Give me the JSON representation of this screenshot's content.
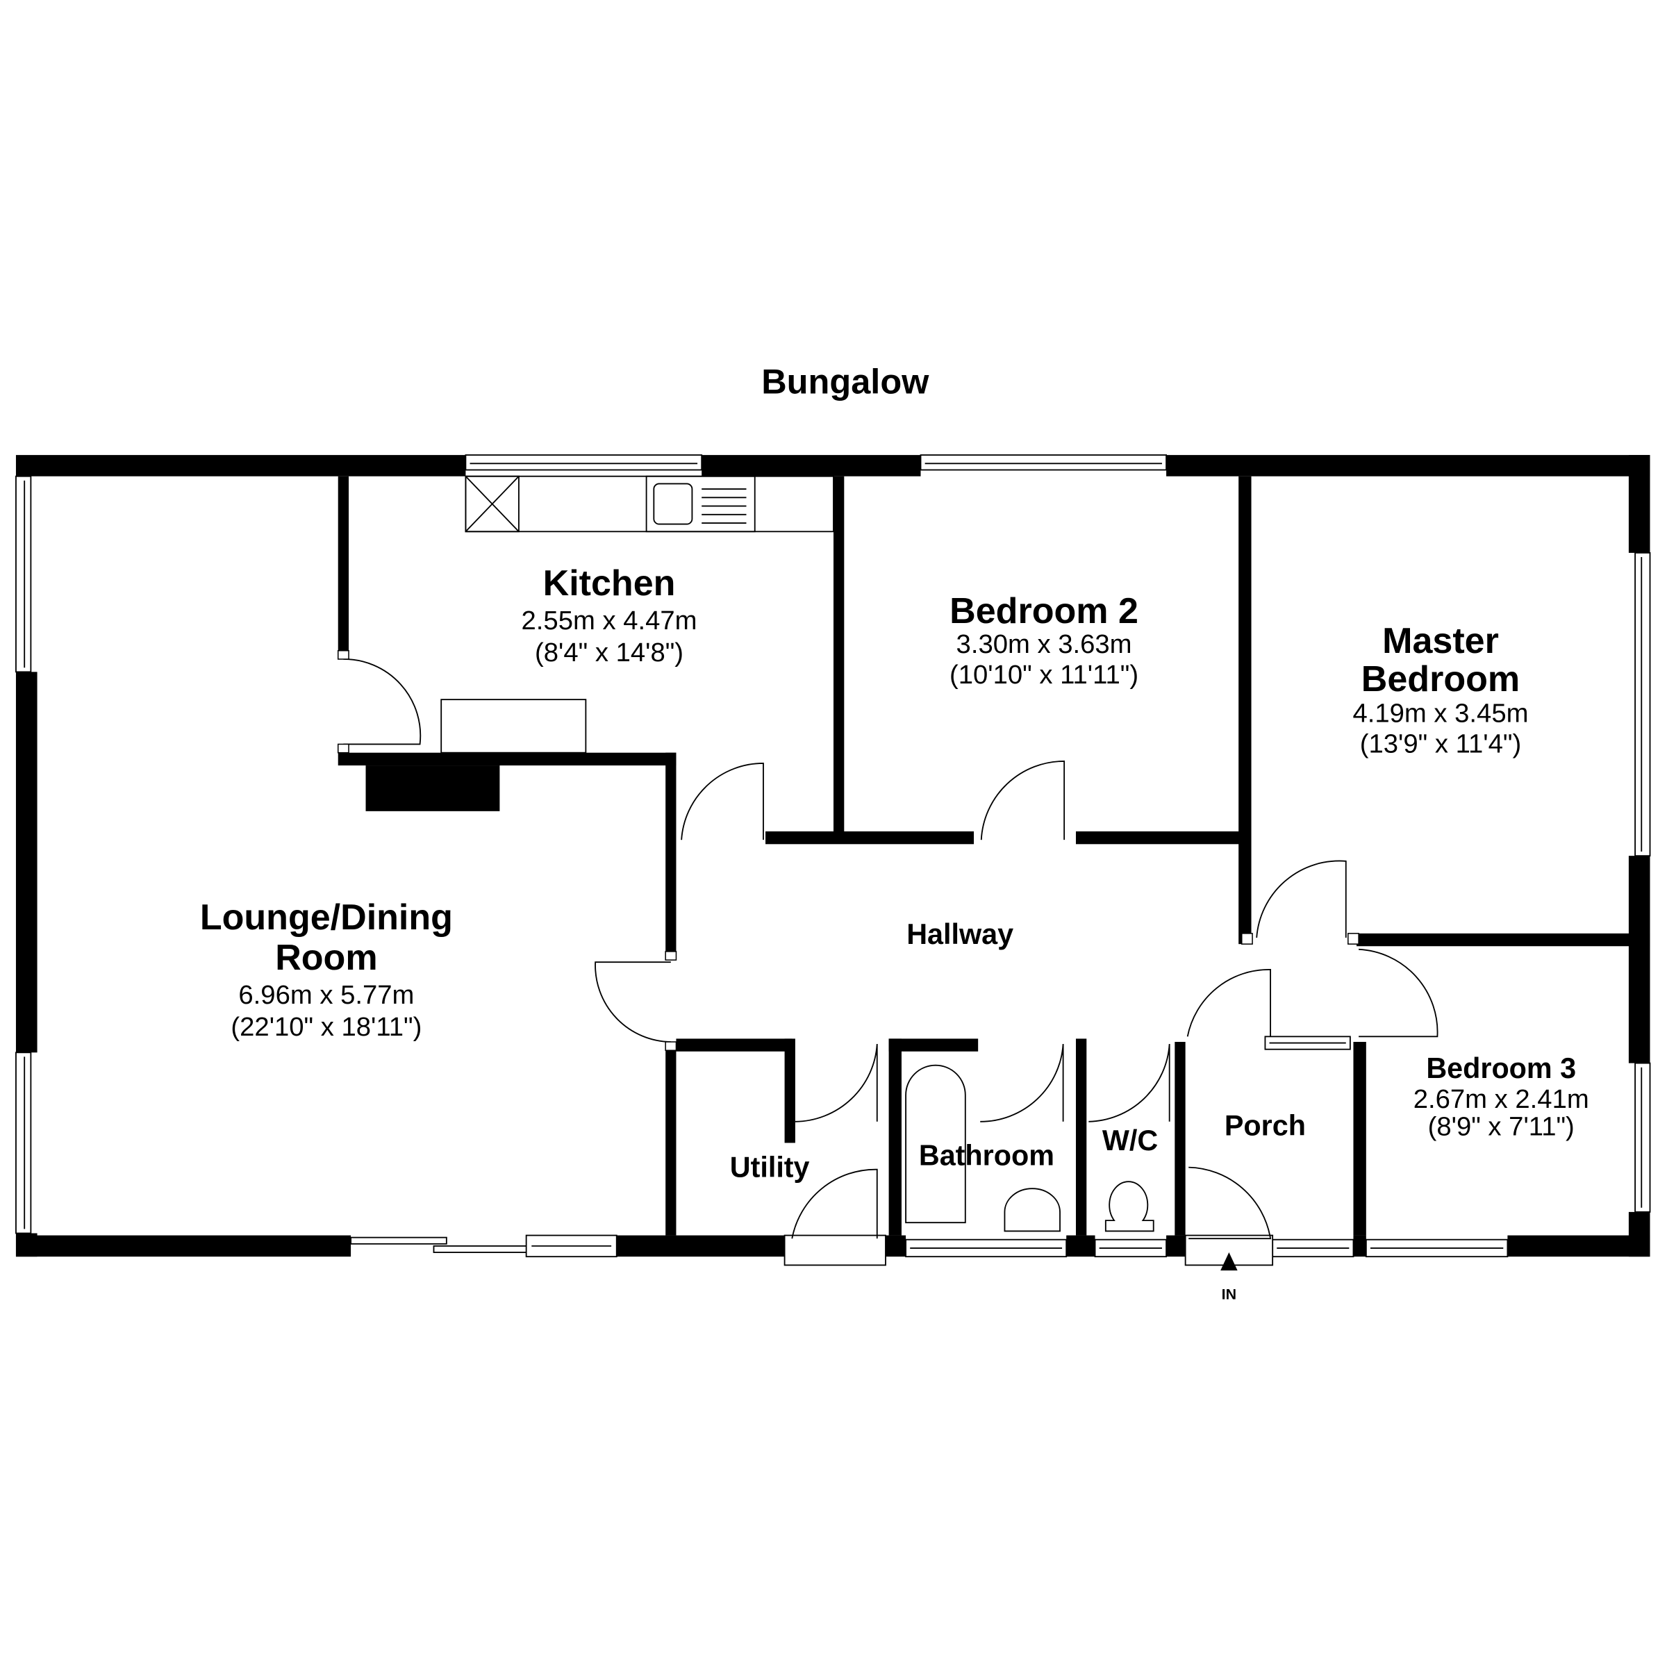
{
  "title": "Bungalow",
  "rooms": {
    "kitchen": {
      "name": "Kitchen",
      "metric": "2.55m x 4.47m",
      "imperial": "(8'4\" x 14'8\")"
    },
    "bedroom2": {
      "name": "Bedroom 2",
      "metric": "3.30m x 3.63m",
      "imperial": "(10'10\" x 11'11\")"
    },
    "master": {
      "name_line1": "Master",
      "name_line2": "Bedroom",
      "metric": "4.19m x 3.45m",
      "imperial": "(13'9\" x 11'4\")"
    },
    "lounge": {
      "name_line1": "Lounge/Dining",
      "name_line2": "Room",
      "metric": "6.96m x 5.77m",
      "imperial": "(22'10\" x 18'11\")"
    },
    "hallway": {
      "name": "Hallway"
    },
    "utility": {
      "name": "Utility"
    },
    "bathroom": {
      "name": "Bathroom"
    },
    "wc": {
      "name": "W/C"
    },
    "porch": {
      "name": "Porch"
    },
    "bedroom3": {
      "name": "Bedroom 3",
      "metric": "2.67m x 2.41m",
      "imperial": "(8'9\" x 7'11\")"
    }
  },
  "entrance_label": "IN"
}
